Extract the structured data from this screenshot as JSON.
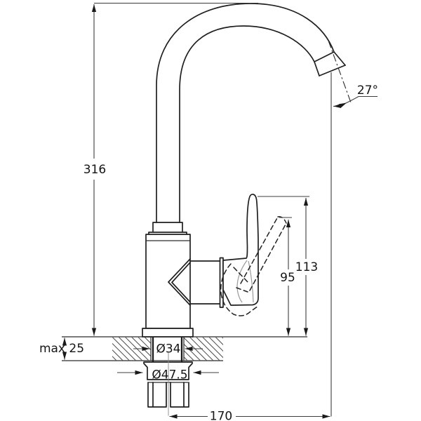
{
  "labels": {
    "overall_height": "316",
    "spout_angle": "27°",
    "handle_top_height": "113",
    "handle_tilted_height": "95",
    "deck_thickness": "max 25",
    "hole_diameter": "Ø34",
    "base_nut_diameter": "Ø47.5",
    "spout_reach": "170"
  }
}
